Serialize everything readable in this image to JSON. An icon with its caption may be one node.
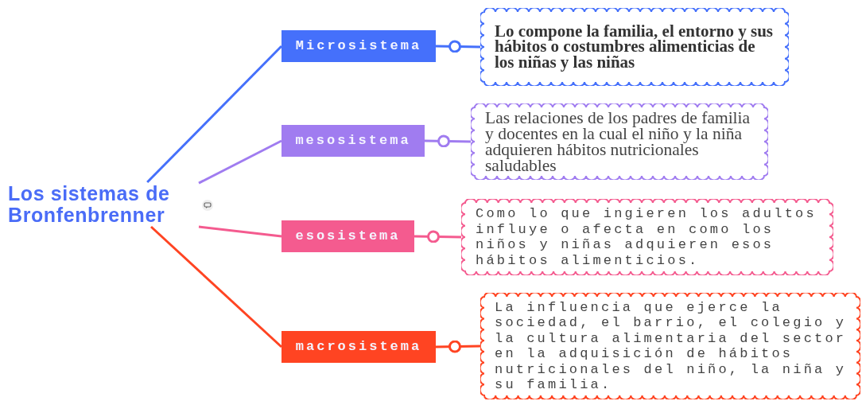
{
  "diagram": {
    "nodes": [
      {
        "text": [
          "Los sistemas de Bronfenbrenner"
        ]
      },
      {
        "text": [
          "Microsistema"
        ]
      },
      {
        "text": [
          "Lo compone la familia, el entorno y sus hábitos o costumbres alimenticias de los niñas y las niñas"
        ]
      },
      {
        "text": [
          "mesosistema"
        ]
      },
      {
        "text": [
          "Las relaciones de los padres de familia y docentes en la cual el niño y la niña adquieren hábitos nutricionales saludables"
        ]
      },
      {
        "text": [
          "esosistema"
        ]
      },
      {
        "text": [
          "Como lo que ingieren los adultos influye o afecta en como los niños y niñas adquieren esos hábitos alimenticios."
        ]
      },
      {
        "text": [
          "macrosistema"
        ]
      },
      {
        "text": [
          "La influencia que ejerce la sociedad, el barrio, el colegio y la cultura alimentaria del sector en la adquisición de hábitos nutricionales del niño, la niña y su familia."
        ]
      }
    ],
    "edges": [
      {
        "from": 0,
        "to": 1,
        "arrow": "none",
        "color": "#4570fb"
      },
      {
        "from": 0,
        "to": 3,
        "arrow": "none",
        "color": "#a07cf0"
      },
      {
        "from": 0,
        "to": 5,
        "arrow": "none",
        "color": "#f45b8f"
      },
      {
        "from": 0,
        "to": 7,
        "arrow": "none",
        "color": "#ff4422"
      },
      {
        "from": 1,
        "to": 2,
        "arrow": "other",
        "color": "#4570fb"
      },
      {
        "from": 3,
        "to": 4,
        "arrow": "other",
        "color": "#a07cf0"
      },
      {
        "from": 5,
        "to": 6,
        "arrow": "other",
        "color": "#f45b8f"
      },
      {
        "from": 7,
        "to": 8,
        "arrow": "other",
        "color": "#ff4422"
      }
    ]
  }
}
